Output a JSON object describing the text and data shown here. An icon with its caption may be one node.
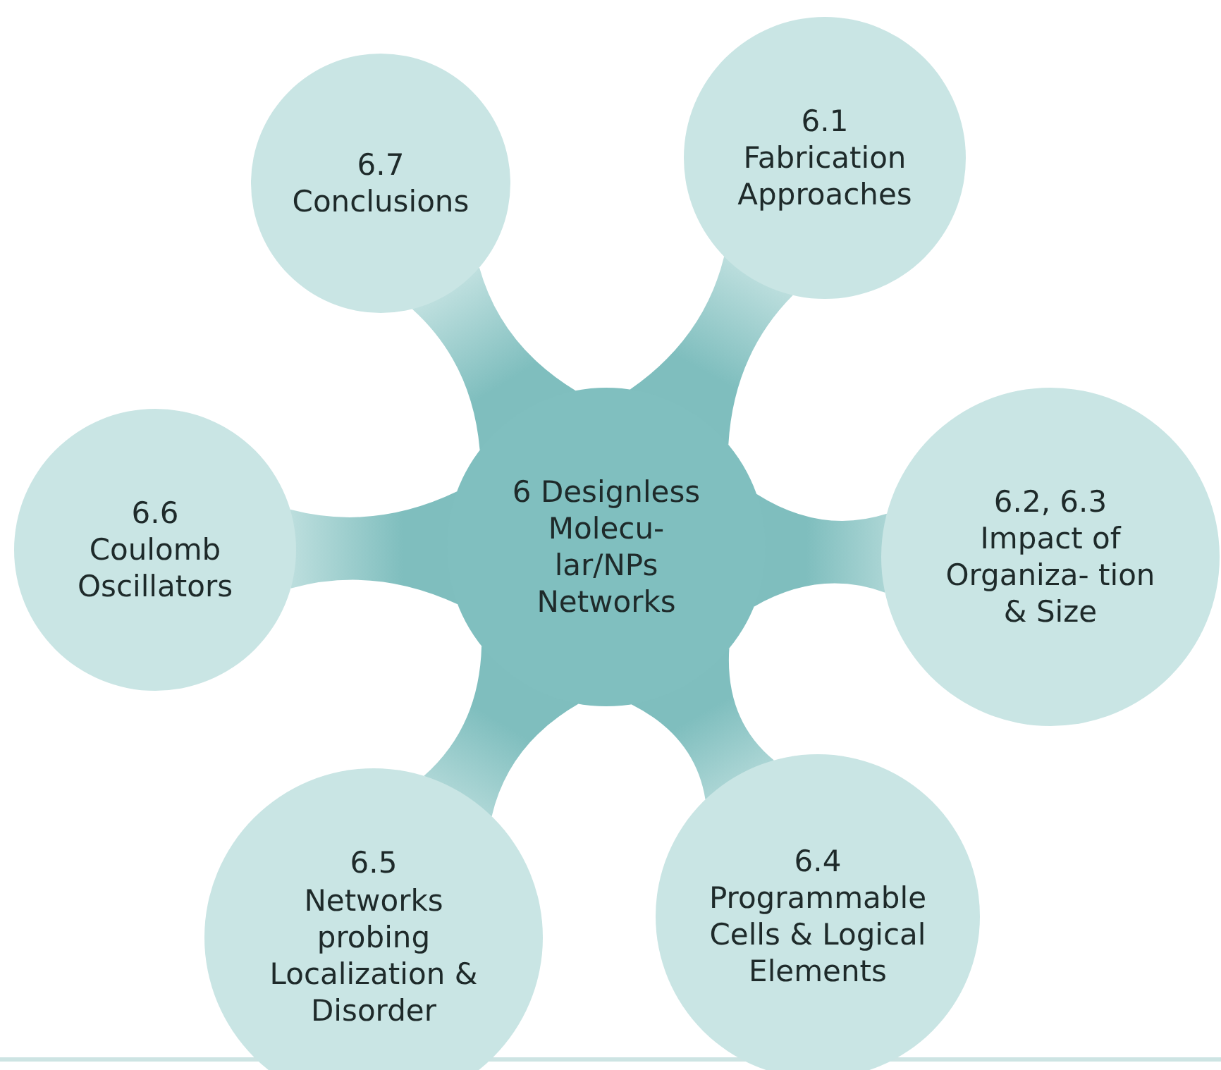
{
  "diagram": {
    "nodes": [
      {
        "text": [
          "6 Designless Molecu- lar/NPs Networks"
        ]
      },
      {
        "text": [
          "6.7",
          "Conclusions"
        ]
      },
      {
        "text": [
          "6.1",
          "Fabrication Approaches"
        ]
      },
      {
        "text": [
          "6.6",
          "Coulomb Oscillators"
        ]
      },
      {
        "text": [
          "6.2, 6.3",
          "Impact of Organiza- tion & Size"
        ]
      },
      {
        "text": [
          "6.5",
          "Networks probing Localization & Disorder"
        ]
      },
      {
        "text": [
          "6.4",
          "Programmable Cells & Logical Elements"
        ]
      }
    ],
    "edges": [
      {
        "from": 0,
        "to": 1,
        "arrow": "none"
      },
      {
        "from": 0,
        "to": 2,
        "arrow": "none"
      },
      {
        "from": 0,
        "to": 3,
        "arrow": "none"
      },
      {
        "from": 0,
        "to": 4,
        "arrow": "none"
      },
      {
        "from": 0,
        "to": 5,
        "arrow": "none"
      },
      {
        "from": 0,
        "to": 6,
        "arrow": "none"
      }
    ]
  }
}
